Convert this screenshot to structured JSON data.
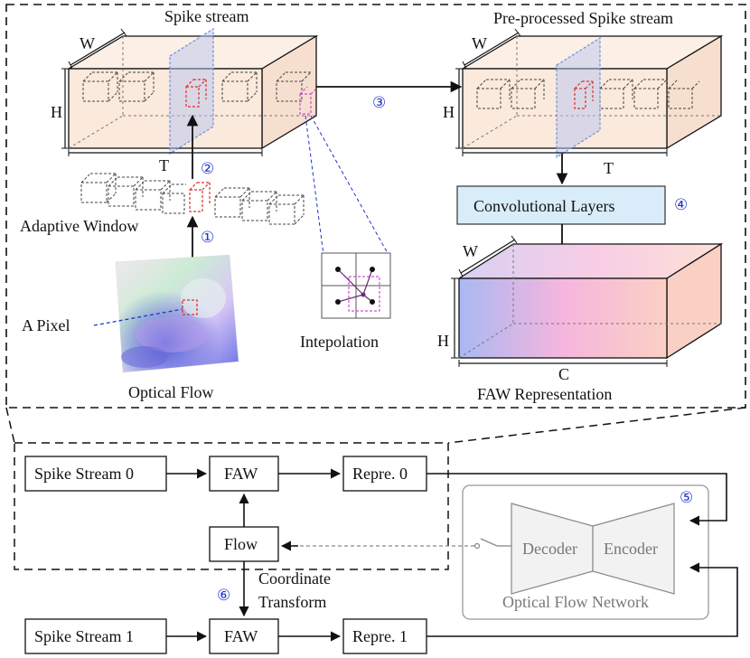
{
  "top": {
    "spike_title": "Spike stream",
    "pre_title": "Pre-processed Spike stream",
    "dim_w": "W",
    "dim_h": "H",
    "dim_t": "T",
    "dim_c": "C",
    "conv_label": "Convolutional Layers",
    "adaptive_window": "Adaptive Window",
    "a_pixel": "A Pixel",
    "optical_flow": "Optical Flow",
    "interpolation": "Intepolation",
    "faw_representation": "FAW Representation"
  },
  "steps": [
    "①",
    "②",
    "③",
    "④",
    "⑤",
    "⑥"
  ],
  "bottom": {
    "spike0": "Spike Stream 0",
    "spike1": "Spike Stream 1",
    "faw": "FAW",
    "repre0": "Repre. 0",
    "repre1": "Repre. 1",
    "flow": "Flow",
    "coord_line1": "Coordinate",
    "coord_line2": "Transform",
    "decoder": "Decoder",
    "encoder": "Encoder",
    "network": "Optical Flow Network"
  },
  "colors": {
    "box_fill": "#fbe9dc",
    "conv_fill": "#d9ecf9",
    "step_blue": "#2233cc",
    "window_red": "#e0302a",
    "window_magenta": "#d04fd6",
    "plane_blue": "#6a8fdd"
  }
}
